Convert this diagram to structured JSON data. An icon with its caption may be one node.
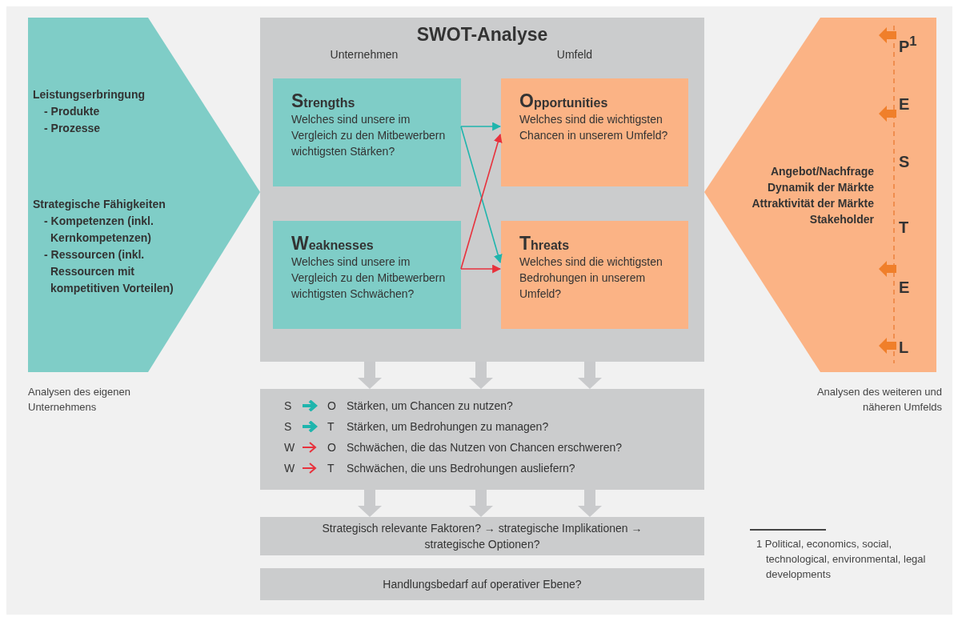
{
  "diagram": {
    "nodes": [
      {
        "text": [
          "Leistungserbringung",
          "- Produkte",
          "- Prozesse",
          "Strategische Fähigkeiten",
          "- Kompetenzen (inkl. Kernkompetenzen)",
          "- Ressourcen (inkl. Ressourcen mit kompetitiven Vorteilen)"
        ],
        "beside": [
          "Analysen des eigenen Unternehmens"
        ]
      },
      {
        "text": [
          "SWOT-Analyse",
          "Unternehmen",
          "Umfeld"
        ]
      },
      {
        "text": [
          "Strengths",
          "Welches sind unsere im Vergleich zu den Mitbewerbern wichtigsten Stärken?"
        ],
        "in": 1
      },
      {
        "text": [
          "Opportunities",
          "Welches sind die wichtigsten Chancen in unserem Umfeld?"
        ],
        "in": 1
      },
      {
        "text": [
          "Weaknesses",
          "Welches sind unsere im Vergleich zu den Mitbewerbern wichtigsten Schwächen?"
        ],
        "in": 1
      },
      {
        "text": [
          "Threats",
          "Welches sind die wichtigsten Bedrohungen in unserem Umfeld?"
        ],
        "in": 1
      },
      {
        "text": [
          "Angebot/Nachfrage",
          "Dynamik der Märkte",
          "Attraktivität der Märkte",
          "Stakeholder",
          "P$^{1}$",
          "E",
          "S",
          "T",
          "E",
          "L"
        ],
        "beside": [
          "Analysen des weiteren und näheren Umfelds"
        ]
      },
      {
        "text": [
          "S",
          "O",
          "Stärken, um Chancen zu nutzen?",
          "S",
          "T",
          "Stärken, um Bedrohungen zu managen?",
          "W",
          "O",
          "Schwächen, die das Nutzen von Chancen erschweren?",
          "W",
          "T",
          "Schwächen, die uns Bedrohungen ausliefern?"
        ]
      },
      {
        "text": [
          "Strategisch relevante Faktoren? → strategische Implikationen → strategische Optionen?"
        ]
      },
      {
        "text": [
          "Handlungsbedarf auf operativer Ebene?"
        ]
      }
    ],
    "edges": [
      {
        "from": 2,
        "to": 3,
        "arrow": "to",
        "color": "#1fb5ad"
      },
      {
        "from": 2,
        "to": 5,
        "arrow": "to",
        "color": "#1fb5ad"
      },
      {
        "from": 4,
        "to": 3,
        "arrow": "to",
        "color": "#e8313c"
      },
      {
        "from": 4,
        "to": 5,
        "arrow": "to",
        "color": "#e8313c"
      },
      {
        "from": 1,
        "to": 7,
        "arrow": "to"
      },
      {
        "from": 1,
        "to": 7,
        "arrow": "to"
      },
      {
        "from": 1,
        "to": 7,
        "arrow": "to"
      },
      {
        "from": 7,
        "to": 8,
        "arrow": "to"
      },
      {
        "from": 7,
        "to": 8,
        "arrow": "to"
      },
      {
        "from": 7,
        "to": 8,
        "arrow": "to"
      }
    ],
    "labels": [
      "1 Political, economics, social, technological, environmental, legal developments"
    ]
  }
}
